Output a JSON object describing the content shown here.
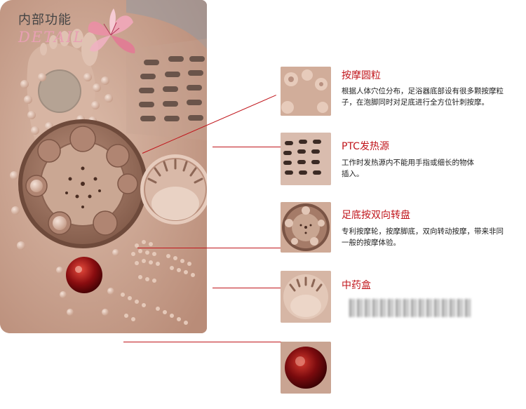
{
  "header": {
    "title": "内部功能",
    "subtitle": "DETAIL"
  },
  "features": [
    {
      "title": "按摩圆粒",
      "desc": "根据人体穴位分布，足浴器底部设有很多颗按摩粒子，在泡脚同时对足底进行全方位针刺按摩。"
    },
    {
      "title": "PTC发热源",
      "desc": "工作时发热源内不能用手指或细长的物体插入。"
    },
    {
      "title": "足底按双向转盘",
      "desc": "专利按摩轮，按摩脚底，双向转动按摩，带来非同一般的按摩体验。"
    },
    {
      "title": "中药盒",
      "desc": ""
    }
  ],
  "colors": {
    "accent": "#c0151b",
    "basin": "#cfa994",
    "subtitle_pink": "#e8a0b3"
  }
}
